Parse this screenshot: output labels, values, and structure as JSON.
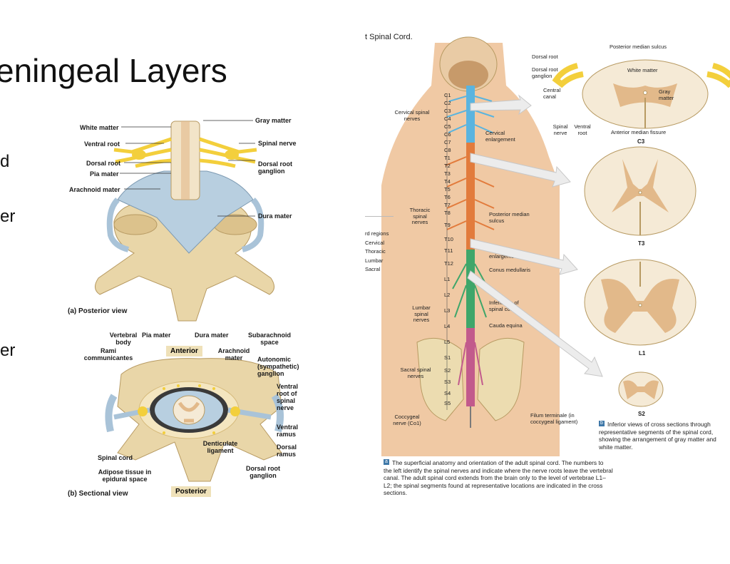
{
  "slide": {
    "title": "eningeal Layers",
    "bullets": [
      "d",
      "er",
      "er"
    ]
  },
  "panel_a": {
    "labels": {
      "white_matter": "White matter",
      "ventral_root": "Ventral root",
      "dorsal_root": "Dorsal root",
      "pia_mater": "Pia mater",
      "arachnoid_mater": "Arachnoid mater",
      "gray_matter": "Gray matter",
      "spinal_nerve": "Spinal nerve",
      "dorsal_root_ganglion": "Dorsal root ganglion",
      "dura_mater": "Dura mater"
    },
    "caption_prefix": "(a)",
    "caption": "Posterior view"
  },
  "panel_b": {
    "labels": {
      "vertebral_body": "Vertebral body",
      "pia_mater": "Pia mater",
      "dura_mater": "Dura mater",
      "subarachnoid_space": "Subarachnoid space",
      "rami_communicantes": "Rami communicantes",
      "arachnoid_mater": "Arachnoid mater",
      "autonomic_ganglion": "Autonomic (sympathetic) ganglion",
      "ventral_root": "Ventral root of spinal nerve",
      "ventral_ramus": "Ventral ramus",
      "dorsal_ramus": "Dorsal ramus",
      "spinal_cord": "Spinal cord",
      "denticulate_ligament": "Denticulate ligament",
      "dorsal_root_ganglion": "Dorsal root ganglion",
      "adipose_tissue": "Adipose tissue in epidural space"
    },
    "anterior": "Anterior",
    "posterior": "Posterior",
    "caption_prefix": "(b)",
    "caption": "Sectional view"
  },
  "right": {
    "heading": "t Spinal Cord.",
    "nerve_labels": {
      "cervical": "Cervical spinal nerves",
      "thoracic": "Thoracic spinal nerves",
      "lumbar": "Lumbar spinal nerves",
      "sacral": "Sacral spinal nerves",
      "coccygeal": "Coccygeal nerve (Co1)"
    },
    "region_legend": [
      "rd regions",
      "Cervical",
      "Thoracic",
      "Lumbar",
      "Sacral"
    ],
    "cord_labels": {
      "cervical_enlargement": "Cervical enlargement",
      "posterior_median_sulcus": "Posterior median sulcus",
      "lumbar_enlargement": "Lumbar enlargement",
      "conus_medullaris": "Conus medullaris",
      "inferior_tip": "Inferior tip of spinal cord",
      "cauda_equina": "Cauda equina",
      "filum_terminale": "Filum terminale (in coccygeal ligament)"
    },
    "segments": [
      "C1",
      "C2",
      "C3",
      "C4",
      "C5",
      "C6",
      "C7",
      "C8",
      "T1",
      "T2",
      "T3",
      "T4",
      "T5",
      "T6",
      "T7",
      "T8",
      "T9",
      "T10",
      "T11",
      "T12",
      "L1",
      "L2",
      "L3",
      "L4",
      "L5",
      "S1",
      "S2",
      "S3",
      "S4",
      "S5"
    ],
    "cross_section_labels": {
      "posterior_median_sulcus": "Posterior median sulcus",
      "dorsal_root": "Dorsal root",
      "dorsal_root_ganglion": "Dorsal root ganglion",
      "white_matter": "White matter",
      "central_canal": "Central canal",
      "gray_matter": "Gray matter",
      "spinal_nerve": "Spinal nerve",
      "ventral_root": "Ventral root",
      "anterior_median_fissure": "Anterior median fissure"
    },
    "section_names": [
      "C3",
      "T3",
      "L1",
      "S2"
    ],
    "caption_a_marker": "a",
    "caption_a": "The superficial anatomy and orientation of the adult spinal cord. The numbers to the left identify the spinal nerves and indicate where the nerve roots leave the vertebral canal. The adult spinal cord extends from the brain only to the level of vertebrae L1–L2; the spinal segments found at representative locations are indicated in the cross sections.",
    "caption_b_marker": "b",
    "caption_b": "Inferior views of cross sections through representative segments of the spinal cord, showing the arrangement of gray matter and white matter."
  },
  "colors": {
    "bone": "#e9d6a8",
    "dura": "#b8cfe0",
    "nerve": "#f3cf3c",
    "gray_matter": "#e2b98a",
    "skin": "#f0c9a4",
    "white_matter": "#f5ead6"
  }
}
